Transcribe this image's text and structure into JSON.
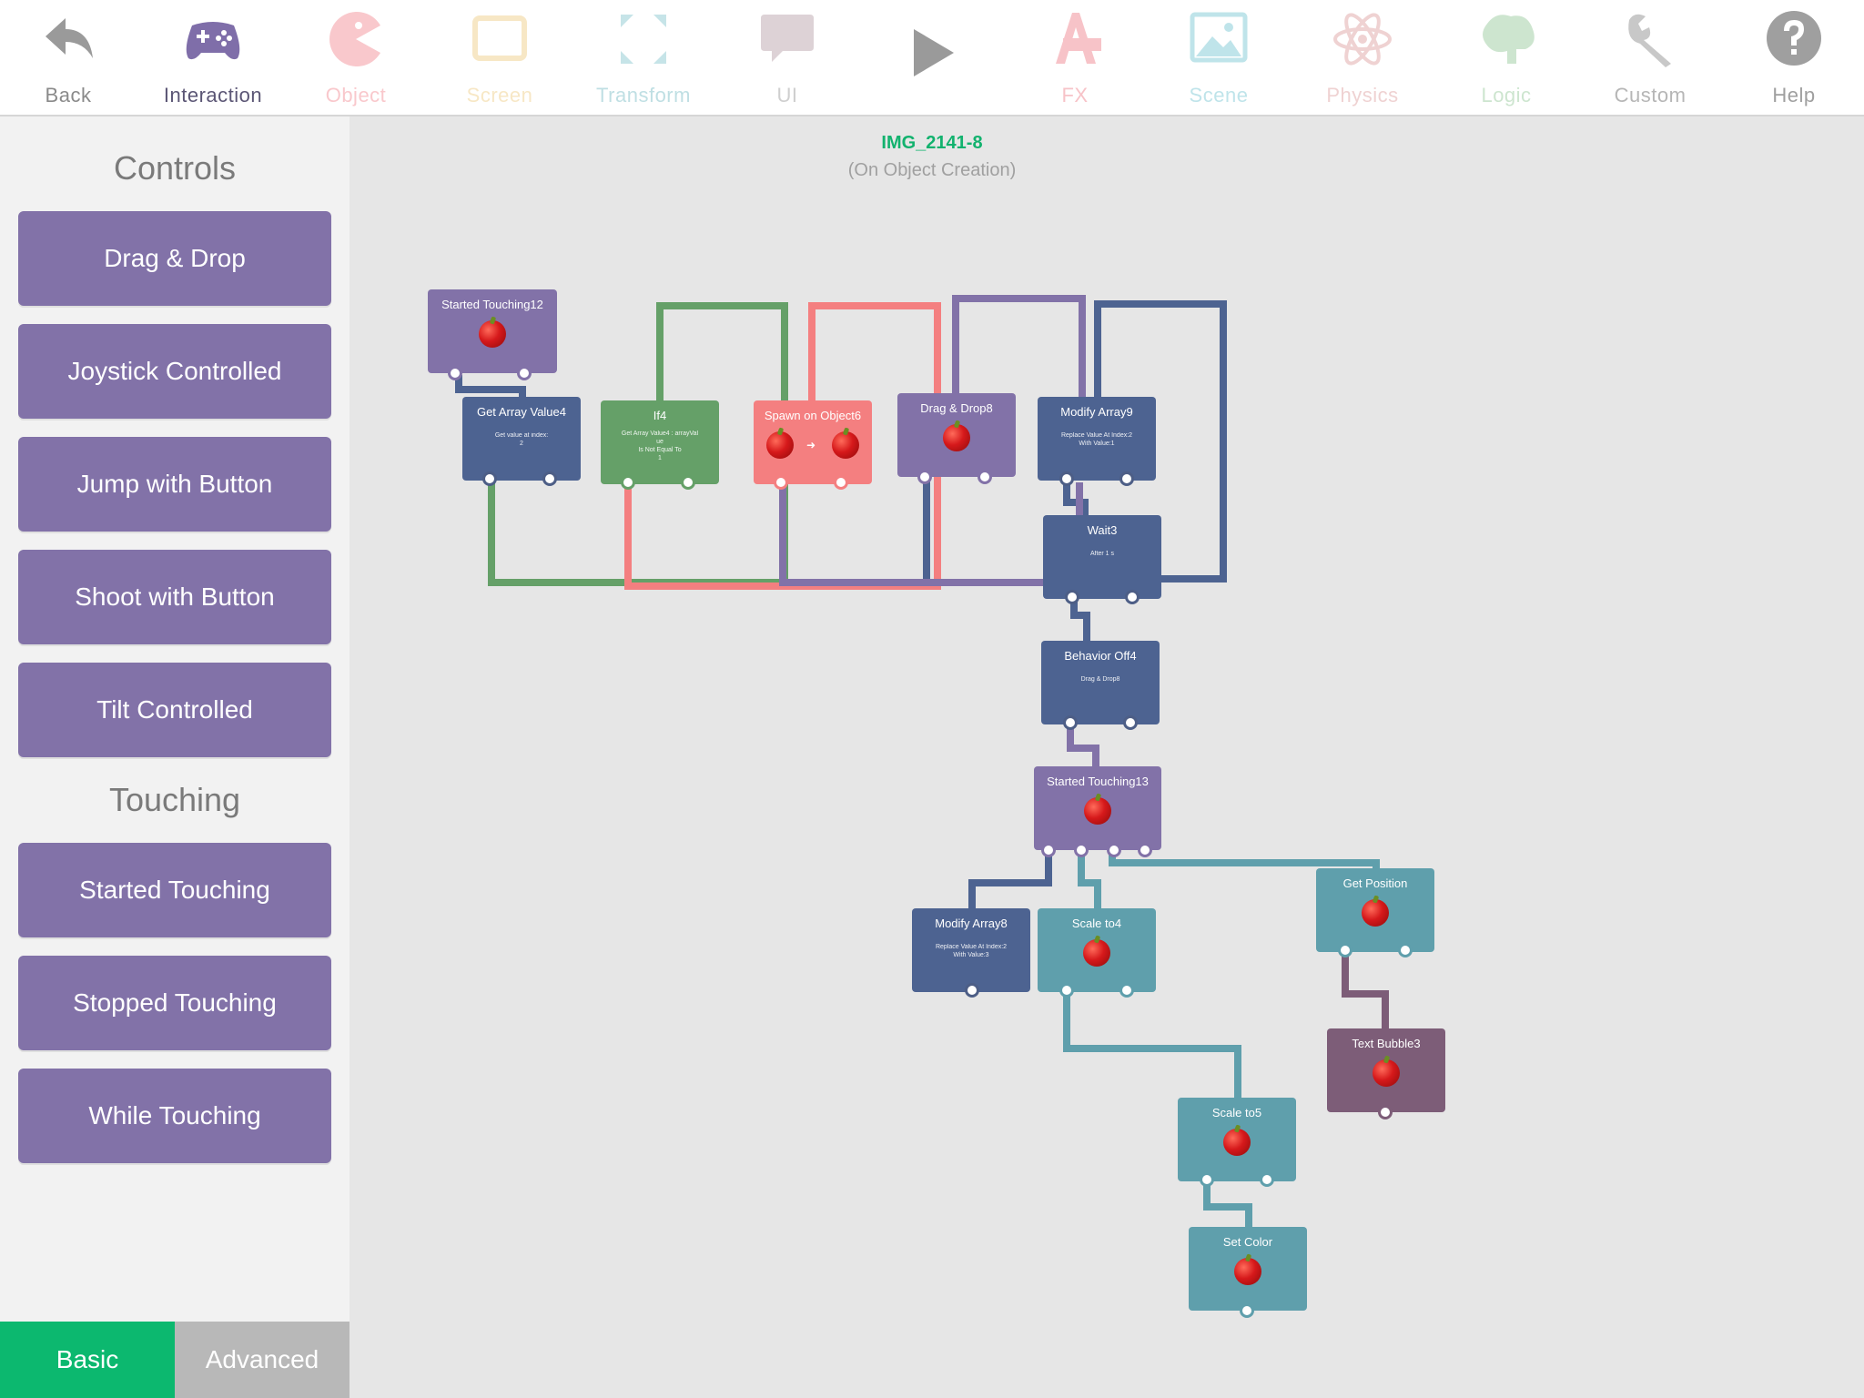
{
  "toolbar": {
    "back": "Back",
    "interaction": "Interaction",
    "object": "Object",
    "screen": "Screen",
    "transform": "Transform",
    "ui": "UI",
    "fx": "FX",
    "scene": "Scene",
    "physics": "Physics",
    "logic": "Logic",
    "custom": "Custom",
    "help": "Help"
  },
  "sidebar": {
    "controls_title": "Controls",
    "controls": [
      "Drag & Drop",
      "Joystick Controlled",
      "Jump with Button",
      "Shoot with Button",
      "Tilt Controlled"
    ],
    "touching_title": "Touching",
    "touching": [
      "Started Touching",
      "Stopped Touching",
      "While Touching"
    ],
    "tabs": {
      "basic": "Basic",
      "advanced": "Advanced"
    }
  },
  "canvas": {
    "object_name": "IMG_2141-8",
    "event": "(On Object Creation)"
  },
  "nodes": {
    "started_touching12": {
      "title": "Started Touching12"
    },
    "get_array_value4": {
      "title": "Get Array Value4",
      "sub": "Get value at index:\n2"
    },
    "if4": {
      "title": "If4",
      "sub": "Get Array Value4 : arrayVal\nue\nIs Not Equal To\n1"
    },
    "spawn_on_object6": {
      "title": "Spawn on Object6"
    },
    "drag_drop8": {
      "title": "Drag & Drop8"
    },
    "modify_array9": {
      "title": "Modify Array9",
      "sub": "Replace Value At Index:2\nWith Value:1"
    },
    "wait3": {
      "title": "Wait3",
      "sub": "After 1 s"
    },
    "behavior_off4": {
      "title": "Behavior Off4",
      "sub": "Drag & Drop8"
    },
    "started_touching13": {
      "title": "Started Touching13"
    },
    "modify_array8": {
      "title": "Modify Array8",
      "sub": "Replace Value At Index:2\nWith Value:3"
    },
    "scale_to4": {
      "title": "Scale to4"
    },
    "get_position": {
      "title": "Get Position"
    },
    "text_bubble3": {
      "title": "Text Bubble3"
    },
    "scale_to5": {
      "title": "Scale to5"
    },
    "set_color": {
      "title": "Set Color"
    }
  },
  "colors": {
    "purple": "#8272a8",
    "navy": "#4d6391",
    "green": "#65a068",
    "salmon": "#f47f80",
    "teal": "#5f9fac",
    "plum": "#7d5d78",
    "accent_green": "#0cb86f"
  }
}
